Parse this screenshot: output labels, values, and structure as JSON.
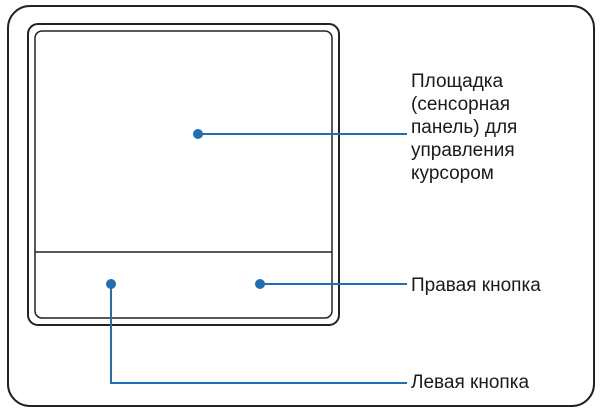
{
  "colors": {
    "outline": "#222222",
    "leader": "#1f6fb5"
  },
  "labels": {
    "touchpad": {
      "line1": "Площадка",
      "line2": "(сенсорная",
      "line3": "панель) для",
      "line4": "управления",
      "line5": "курсором"
    },
    "right_button": "Правая кнопка",
    "left_button": "Левая кнопка"
  }
}
